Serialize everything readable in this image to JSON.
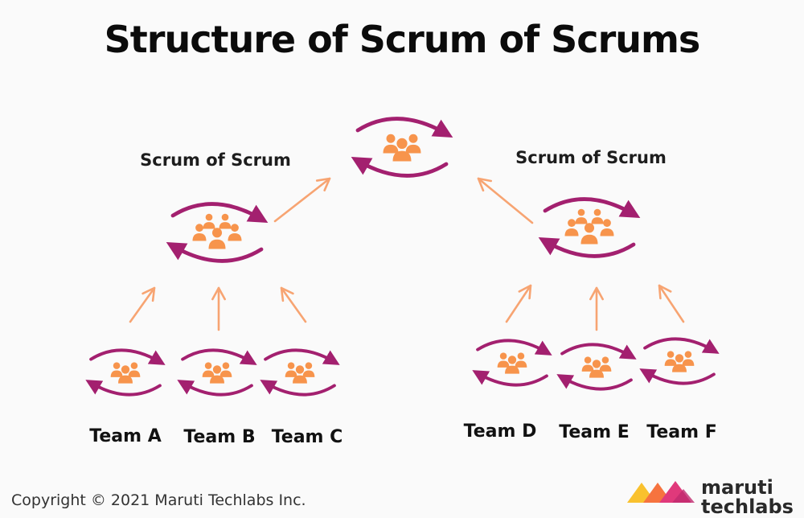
{
  "title": "Structure of Scrum of Scrums",
  "colors": {
    "people": "#f7944c",
    "cycle": "#a3206f",
    "arrow": "#f7a472",
    "text": "#111111",
    "logo_yellow": "#f9c12e",
    "logo_orange": "#f6733f",
    "logo_pink": "#e0397b"
  },
  "nodes": [
    {
      "id": "top",
      "label": ""
    },
    {
      "id": "sos-left",
      "label": "Scrum of Scrum"
    },
    {
      "id": "sos-right",
      "label": "Scrum of Scrum"
    },
    {
      "id": "team-a",
      "label": "Team A"
    },
    {
      "id": "team-b",
      "label": "Team B"
    },
    {
      "id": "team-c",
      "label": "Team C"
    },
    {
      "id": "team-d",
      "label": "Team D"
    },
    {
      "id": "team-e",
      "label": "Team E"
    },
    {
      "id": "team-f",
      "label": "Team F"
    }
  ],
  "edges": [
    {
      "from": "team-a",
      "to": "sos-left"
    },
    {
      "from": "team-b",
      "to": "sos-left"
    },
    {
      "from": "team-c",
      "to": "sos-left"
    },
    {
      "from": "team-d",
      "to": "sos-right"
    },
    {
      "from": "team-e",
      "to": "sos-right"
    },
    {
      "from": "team-f",
      "to": "sos-right"
    },
    {
      "from": "sos-left",
      "to": "top"
    },
    {
      "from": "sos-right",
      "to": "top"
    }
  ],
  "icons": {
    "group": "people-group-icon",
    "cycle": "cycle-arrows-icon",
    "logo": "maruti-techlabs-logo"
  },
  "footer": {
    "copyright": "Copyright © 2021 Maruti Techlabs Inc.",
    "brand_line1": "maruti",
    "brand_line2": "techlabs"
  }
}
